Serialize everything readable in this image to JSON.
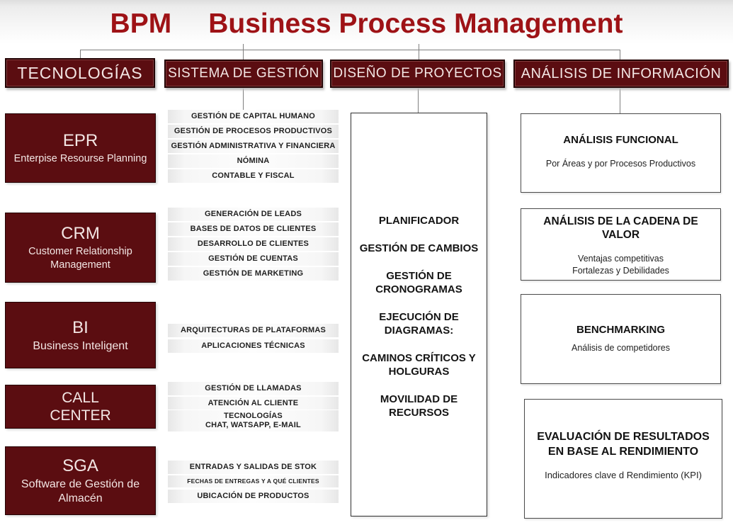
{
  "title": {
    "acronym": "BPM",
    "name": "Business Process Management"
  },
  "colors": {
    "maroon": "#5b0d11",
    "maroon_border": "#240405",
    "title_red": "#9e1216",
    "line": "#7f7f7f",
    "box_text": "#f3e6e4"
  },
  "headers": {
    "tecnologias": "TECNOLOGÍAS",
    "sistema": "SISTEMA DE GESTIÓN",
    "diseno": "DISEÑO DE PROYECTOS",
    "analisis": "ANÁLISIS DE INFORMACIÓN"
  },
  "tecnologias": {
    "epr": {
      "acronym": "EPR",
      "subtitle": "Enterpise Resourse Planning"
    },
    "crm": {
      "acronym": "CRM",
      "subtitle": "Customer Relationship\nManagement"
    },
    "bi": {
      "acronym": "BI",
      "subtitle": "Business Inteligent"
    },
    "call": {
      "acronym": "CALL\nCENTER"
    },
    "sga": {
      "acronym": "SGA",
      "subtitle": "Software de Gestión de\nAlmacén"
    }
  },
  "sistema": {
    "epr_items": [
      "GESTIÓN DE CAPITAL HUMANO",
      "GESTIÓN DE PROCESOS PRODUCTIVOS",
      "GESTIÓN ADMINISTRATIVA Y FINANCIERA",
      "NÓMINA",
      "CONTABLE Y FISCAL"
    ],
    "crm_items": [
      "GENERACIÓN DE LEADS",
      "BASES DE DATOS DE CLIENTES",
      "DESARROLLO DE CLIENTES",
      "GESTIÓN DE CUENTAS",
      "GESTIÓN DE MARKETING"
    ],
    "bi_items": [
      "ARQUITECTURAS DE PLATAFORMAS",
      "APLICACIONES TÉCNICAS"
    ],
    "call_items": [
      "GESTIÓN DE LLAMADAS",
      "ATENCIÓN AL CLIENTE",
      "TECNOLOGÍAS\nCHAT, WATSAPP, E-MAIL"
    ],
    "sga_items": [
      "ENTRADAS Y SALIDAS DE STOK",
      "FECHAS DE ENTREGAS Y A QUÉ CLIENTES",
      "UBICACIÓN DE PRODUCTOS"
    ]
  },
  "diseno": {
    "items": [
      "PLANIFICADOR",
      "GESTIÓN DE CAMBIOS",
      "GESTIÓN DE\nCRONOGRAMAS",
      "EJECUCIÓN DE\nDIAGRAMAS:",
      "CAMINOS CRÍTICOS Y\nHOLGURAS",
      "MOVILIDAD DE\nRECURSOS"
    ]
  },
  "analisis": {
    "funcional": {
      "title": "ANÁLISIS FUNCIONAL",
      "subtitle": "Por Áreas y por Procesos Productivos"
    },
    "cadena": {
      "title": "ANÁLISIS DE LA CADENA DE\nVALOR",
      "subtitle": "Ventajas competitivas\nFortalezas y Debilidades"
    },
    "benchmarking": {
      "title": "BENCHMARKING",
      "subtitle": "Análisis de competidores"
    },
    "evaluacion": {
      "title": "EVALUACIÓN DE RESULTADOS\nEN BASE AL RENDIMIENTO",
      "subtitle": "Indicadores clave d Rendimiento (KPI)"
    }
  }
}
